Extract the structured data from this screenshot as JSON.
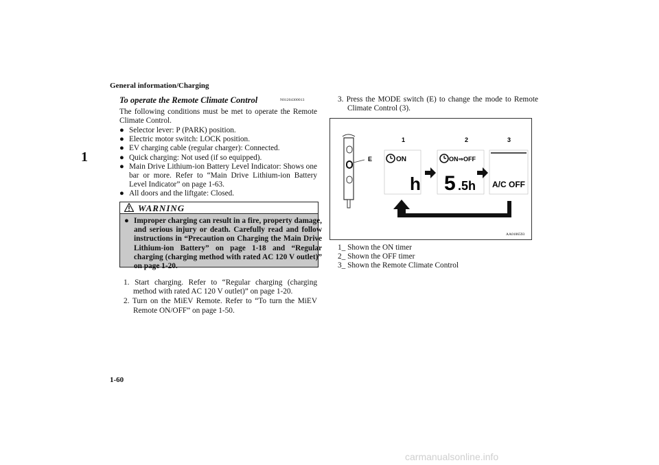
{
  "header": {
    "section": "General information/Charging",
    "chapter_tab": "1",
    "page_number": "1-60"
  },
  "left": {
    "title": "To operate the Remote Climate Control",
    "code": "N01204300013",
    "intro": "The following conditions must be met to operate the Remote Climate Control.",
    "conditions": [
      "Selector lever: P (PARK) position.",
      "Electric motor switch: LOCK position.",
      "EV charging cable (regular charger): Connected.",
      "Quick charging: Not used (if so equipped).",
      "Main Drive Lithium-ion Battery Level Indicator: Shows one bar or more. Refer to “Main Drive Lithium-ion Battery Level Indicator” on page 1-63.",
      "All doors and the liftgate: Closed."
    ],
    "warning": {
      "title": "WARNING",
      "text": "Improper charging can result in a fire, property damage, and serious injury or death. Carefully read and follow instructions in “Precaution on Charging the Main Drive Lithium-ion Battery” on page 1-18 and “Regular charging (charging method with rated AC 120 V outlet)” on page 1-20."
    },
    "steps": [
      {
        "num": "1.",
        "text": "Start charging. Refer to “Regular charging (charging method with rated AC 120 V outlet)” on page 1-20."
      },
      {
        "num": "2.",
        "text": "Turn on the MiEV Remote. Refer to “To turn the MiEV Remote ON/OFF” on page 1-50."
      }
    ]
  },
  "right": {
    "step3": {
      "num": "3.",
      "text": "Press the MODE switch (E) to change the mode to Remote Climate Control (3)."
    },
    "figure": {
      "label_e": "E",
      "panel_labels": [
        "1",
        "2",
        "3"
      ],
      "panel1_status": "ON",
      "panel1_value": "h",
      "panel2_status": "ON⇒OFF",
      "panel2_value": "5",
      "panel2_suffix": ".5h",
      "panel3_value": "A/C OFF",
      "image_code": "AA0106593"
    },
    "captions": [
      "1_  Shown the ON timer",
      "2_  Shown the OFF timer",
      "3_  Shown the Remote Climate Control"
    ]
  },
  "watermark": "carmanualsonline.info"
}
